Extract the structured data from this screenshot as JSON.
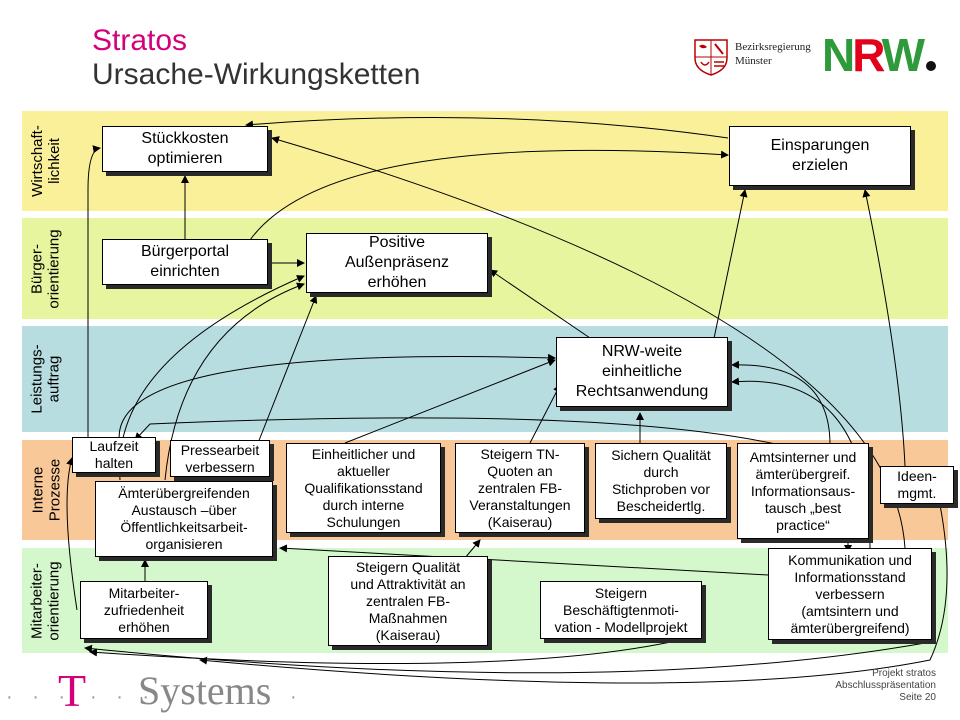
{
  "header": {
    "title": "Stratos",
    "subtitle": "Ursache-Wirkungsketten"
  },
  "logo": {
    "line1": "Bezirksregierung",
    "line2": "Münster",
    "nrw_n": "N",
    "nrw_r": "R",
    "nrw_w": "W"
  },
  "bands": {
    "wirtschaft": {
      "label": "Wirtschaft-\nlichkeit",
      "color": "#fbf09a"
    },
    "buerger": {
      "label": "Bürger-\norientierung",
      "color": "#e6f59e"
    },
    "leistung": {
      "label": "Leistungs-\nauftrag",
      "color": "#b8dde0"
    },
    "intern": {
      "label": "Interne\nProzesse",
      "color": "#f8c898"
    },
    "mitarbeiter": {
      "label": "Mitarbeiter-\norientierung",
      "color": "#d4f8cc"
    }
  },
  "boxes": {
    "stueckkosten": "Stückkosten\noptimieren",
    "einsparungen": "Einsparungen\nerzielen",
    "buergerportal": "Bürgerportal\neinrichten",
    "aussenpraesenz": "Positive\nAußenpräsenz\nerhöhen",
    "rechtsanwendung": "NRW-weite\neinheitliche\nRechtsanwendung",
    "laufzeit": "Laufzeit\nhalten",
    "pressearbeit": "Pressearbeit\nverbessern",
    "qualifikation": "Einheitlicher und\naktueller\nQualifikationsstand\ndurch interne\nSchulungen",
    "tn_quoten": "Steigern TN-\nQuoten an\nzentralen FB-\nVeranstaltungen\n(Kaiserau)",
    "stichproben": "Sichern Qualität\ndurch\nStichproben vor\nBescheidertlg.",
    "amtsintern": "Amtsinterner und\nämterübergreif.\nInformationsaus-\ntausch „best\npractice“",
    "ideen": "Ideen-\nmgmt.",
    "oeffentlichkeit": "Ämterübergreifenden\nAustausch –über\nÖffentlichkeitsarbeit-\norganisieren",
    "zufriedenheit": "Mitarbeiter-\nzufriedenheit\nerhöhen",
    "massnahmen": "Steigern Qualität\nund Attraktivität an\nzentralen FB-\nMaßnahmen\n(Kaiserau)",
    "motivation": "Steigern\nBeschäftigtenmoti-\nvation - Modellprojekt",
    "kommunikation": "Kommunikation und\nInformationsstand\nverbessern\n(amtsintern und\nämterübergreifend)"
  },
  "branding": {
    "dots_left": "· · ·",
    "t": "T",
    "dots_mid": "· · ·",
    "systems": "Systems",
    "dot_end": "·"
  },
  "footer": {
    "line1": "Projekt stratos",
    "line2": "Abschlusspräsentation",
    "line3": "Seite 20"
  }
}
